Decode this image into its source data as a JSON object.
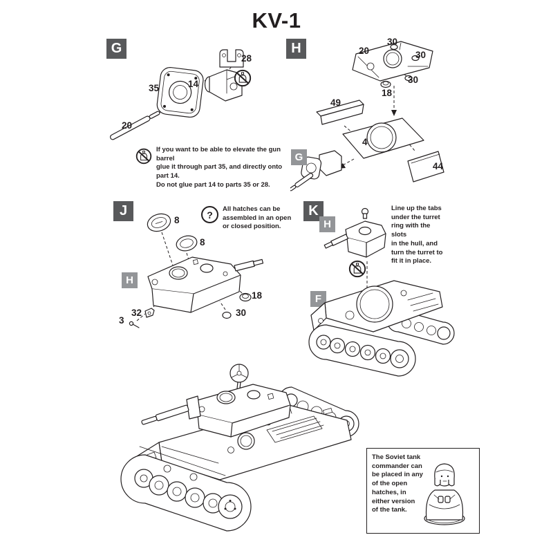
{
  "title": "KV-1",
  "icons": {
    "question_mark": "?"
  },
  "steps": {
    "g": {
      "label": "G",
      "parts": {
        "p35": "35",
        "p14": "14",
        "p28": "28",
        "p20": "20"
      },
      "note": "If you want to be able to elevate the gun barrel\nglue it through part 35, and directly onto part 14.\nDo not glue part 14 to parts 35 or 28."
    },
    "h": {
      "label": "H",
      "ref": "G",
      "parts": {
        "p20": "20",
        "p30a": "30",
        "p30b": "30",
        "p30c": "30",
        "p18": "18",
        "p49": "49",
        "p4": "4",
        "p44": "44"
      }
    },
    "j": {
      "label": "J",
      "ref": "H",
      "parts": {
        "p8a": "8",
        "p8b": "8",
        "p18": "18",
        "p30": "30",
        "p32": "32",
        "p3": "3"
      },
      "note": "All hatches can be\nassembled in an open\nor closed position."
    },
    "k": {
      "label": "K",
      "refH": "H",
      "refF": "F",
      "note": "Line up the tabs\nunder the turret\nring with the slots\nin the hull, and\nturn the turret to\nfit it in place."
    }
  },
  "commander": {
    "note": "The Soviet tank\ncommander can\nbe placed in any\nof the open\nhatches, in\neither version\nof the tank."
  }
}
